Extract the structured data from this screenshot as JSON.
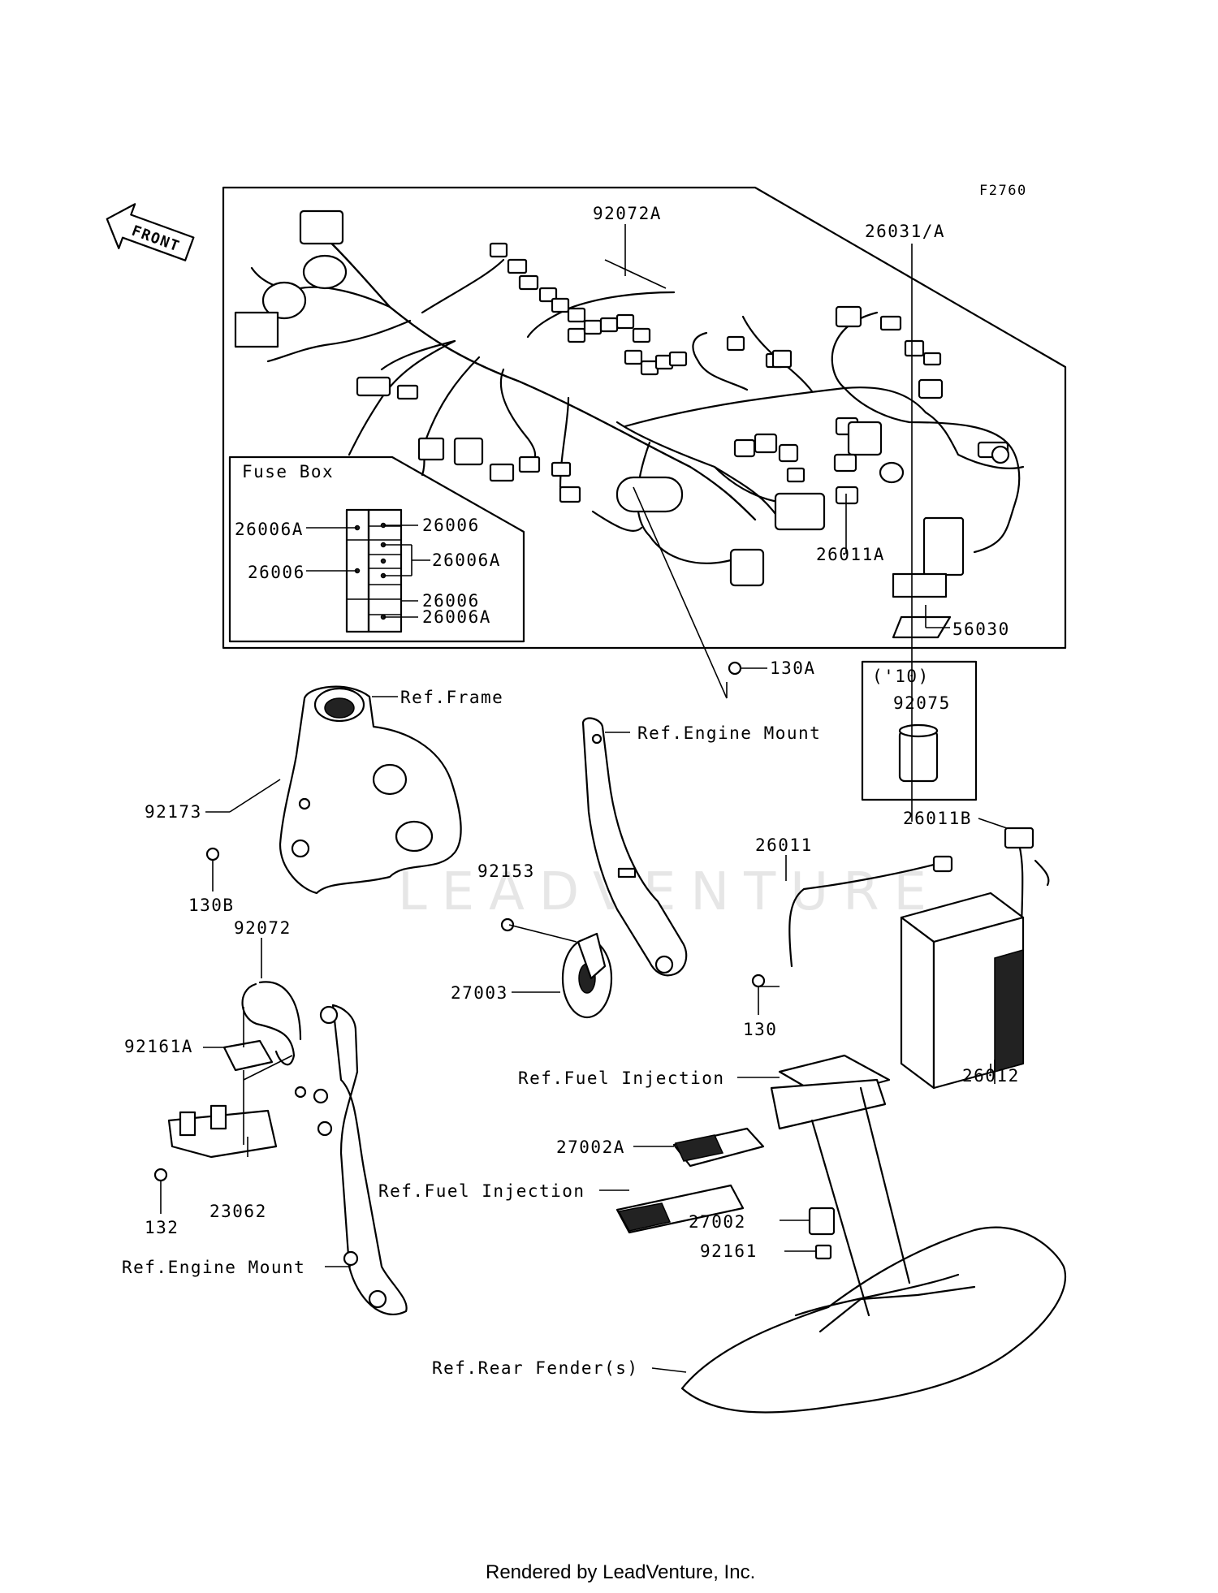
{
  "diagram_code": "F2760",
  "front_label": "FRONT",
  "fuse_box": {
    "title": "Fuse Box",
    "labels": [
      "26006A",
      "26006",
      "26006",
      "26006A",
      "26006",
      "26006A"
    ]
  },
  "sub_box": {
    "year": "('10)",
    "part": "92075"
  },
  "parts": [
    "92072A",
    "26031/A",
    "26011A",
    "56030",
    "130A",
    "26011B",
    "26011",
    "130",
    "26012",
    "92173",
    "130B",
    "92072",
    "92161A",
    "132",
    "23062",
    "92153",
    "27003",
    "27002A",
    "27002",
    "92161"
  ],
  "refs": [
    "Ref.Frame",
    "Ref.Engine Mount",
    "Ref.Engine Mount",
    "Ref.Fuel Injection",
    "Ref.Fuel Injection",
    "Ref.Rear Fender(s)"
  ],
  "watermark": "LEADVENTURE",
  "footer": "Rendered by LeadVenture, Inc."
}
